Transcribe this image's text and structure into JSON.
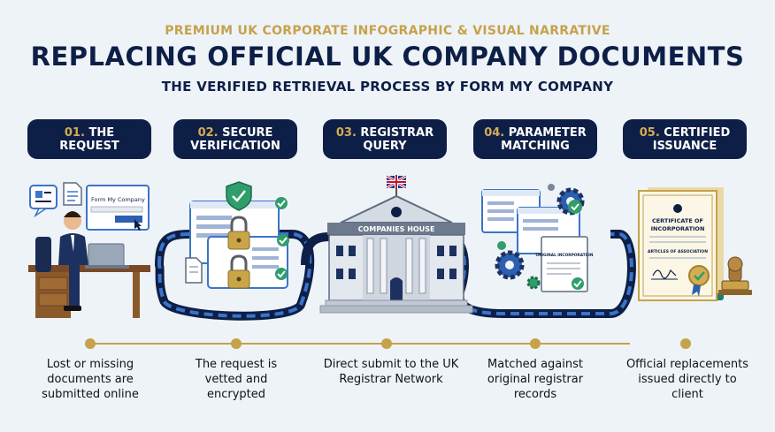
{
  "header": {
    "kicker": "PREMIUM UK CORPORATE INFOGRAPHIC & VISUAL NARRATIVE",
    "title": "REPLACING OFFICIAL UK COMPANY DOCUMENTS",
    "subtitle": "THE VERIFIED RETRIEVAL PROCESS BY FORM MY COMPANY"
  },
  "steps": [
    {
      "num": "01.",
      "label_line1": "THE",
      "label_line2": "REQUEST",
      "caption": "Lost or missing documents are submitted online"
    },
    {
      "num": "02.",
      "label_line1": "SECURE",
      "label_line2": "VERIFICATION",
      "caption": "The request is vetted and encrypted"
    },
    {
      "num": "03.",
      "label_line1": "REGISTRAR",
      "label_line2": "QUERY",
      "caption": "Direct submit to the UK Registrar Network"
    },
    {
      "num": "04.",
      "label_line1": "PARAMETER",
      "label_line2": "MATCHING",
      "caption": "Matched against original registrar records"
    },
    {
      "num": "05.",
      "label_line1": "CERTIFIED",
      "label_line2": "ISSUANCE",
      "caption": "Official replacements issued directly to client"
    }
  ],
  "illustrations": {
    "form_title": "Form My Company",
    "building_sign": "COMPANIES HOUSE",
    "doc_title": "ORIGINAL INCORPORATION",
    "certificate_title_line1": "CERTIFICATE OF",
    "certificate_title_line2": "INCORPORATION",
    "certificate_subtitle": "ARTICLES OF ASSOCIATION"
  },
  "colors": {
    "navy": "#0e1f47",
    "gold": "#c6a24a",
    "blue": "#2d5fb0",
    "green": "#2f9e6a",
    "background": "#eef3f8"
  }
}
